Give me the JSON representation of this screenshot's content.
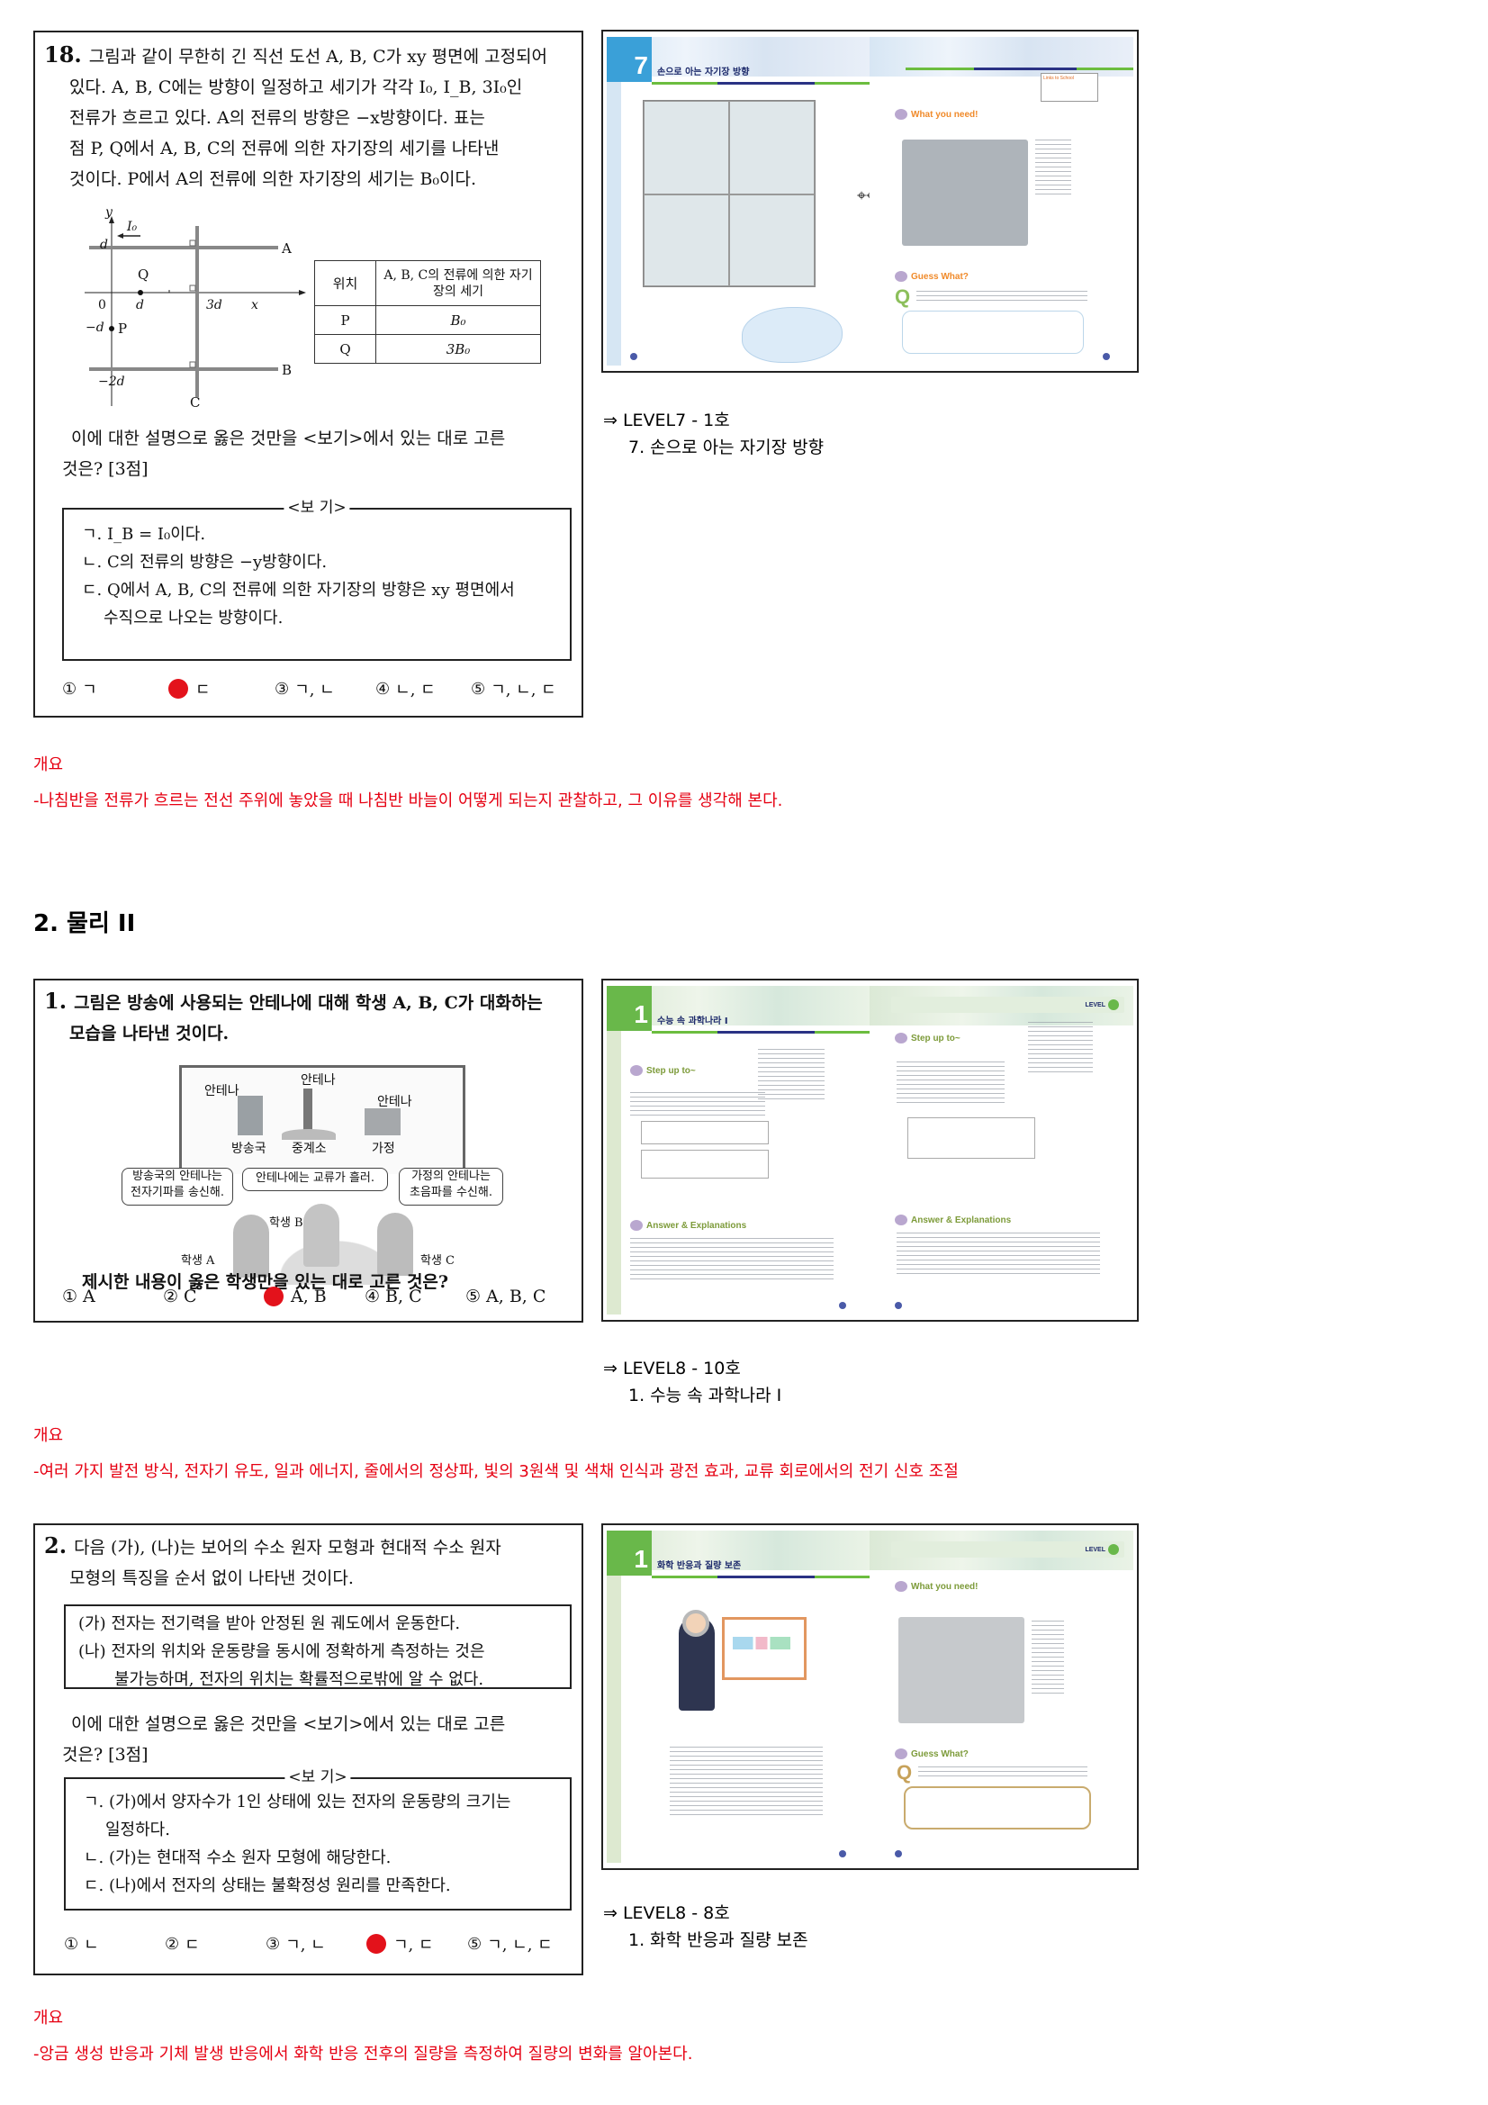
{
  "problems": [
    {
      "id": "q18",
      "number": "18.",
      "stem_lines": [
        "그림과 같이 무한히 긴 직선 도선 A, B, C가 xy 평면에 고정되어",
        "있다. A, B, C에는 방향이 일정하고 세기가 각각 I₀, I_B, 3I₀인",
        "전류가 흐르고 있다. A의 전류의 방향은 −x방향이다. 표는",
        "점 P, Q에서 A, B, C의 전류에 의한 자기장의 세기를 나타낸",
        "것이다. P에서 A의 전류에 의한 자기장의 세기는 B₀이다."
      ],
      "figure": {
        "axis_y": "y",
        "axis_x": "x",
        "current_label": "I₀",
        "tick_d": "d",
        "tick_0": "0",
        "tick_3d": "3d",
        "tick_minus_d": "−d",
        "tick_minus_2d": "−2d",
        "point_Q": "Q",
        "point_P": "P",
        "wire_A": "A",
        "wire_B": "B",
        "wire_C": "C"
      },
      "table": {
        "header": [
          "위치",
          "A, B, C의 전류에 의한 자기장의 세기"
        ],
        "rows": [
          [
            "P",
            "B₀"
          ],
          [
            "Q",
            "3B₀"
          ]
        ]
      },
      "question_lines": [
        "이에 대한 설명으로 옳은 것만을 <보기>에서 있는 대로 고른",
        "것은? [3점]"
      ],
      "bogi_title": "<보  기>",
      "bogi": [
        {
          "mark": "ㄱ.",
          "text": "I_B = I₀이다."
        },
        {
          "mark": "ㄴ.",
          "text": "C의 전류의 방향은 −y방향이다."
        },
        {
          "mark": "ㄷ.",
          "text": "Q에서 A, B, C의 전류에 의한 자기장의 방향은 xy 평면에서",
          "cont": "수직으로 나오는 방향이다."
        }
      ],
      "choices": [
        {
          "num": "①",
          "text": "ㄱ",
          "answer": false
        },
        {
          "num": "②",
          "text": "ㄷ",
          "answer": true
        },
        {
          "num": "③",
          "text": "ㄱ, ㄴ",
          "answer": false
        },
        {
          "num": "④",
          "text": "ㄴ, ㄷ",
          "answer": false
        },
        {
          "num": "⑤",
          "text": "ㄱ, ㄴ, ㄷ",
          "answer": false
        }
      ]
    },
    {
      "id": "q1",
      "number": "1.",
      "stem_lines": [
        "그림은 방송에 사용되는 안테나에 대해 학생 A, B, C가 대화하는",
        "모습을 나타낸 것이다."
      ],
      "figure": {
        "antenna_1": "안테나",
        "antenna_2": "안테나",
        "antenna_3": "안테나",
        "station": "방송국",
        "relay": "중계소",
        "home": "가정",
        "speech_A": [
          "방송국의 안테나는",
          "전자기파를 송신해."
        ],
        "speech_B": "안테나에는 교류가 흘러.",
        "speech_C": [
          "가정의 안테나는",
          "초음파를 수신해."
        ],
        "student_A": "학생 A",
        "student_B": "학생 B",
        "student_C": "학생 C"
      },
      "question": "제시한 내용이 옳은 학생만을 있는 대로 고른 것은?",
      "choices": [
        {
          "num": "①",
          "text": "A",
          "answer": false
        },
        {
          "num": "②",
          "text": "C",
          "answer": false
        },
        {
          "num": "③",
          "text": "A, B",
          "answer": true
        },
        {
          "num": "④",
          "text": "B, C",
          "answer": false
        },
        {
          "num": "⑤",
          "text": "A, B, C",
          "answer": false
        }
      ]
    },
    {
      "id": "q2",
      "number": "2.",
      "stem_lines": [
        "다음 (가), (나)는 보어의 수소 원자 모형과 현대적 수소 원자",
        "모형의 특징을 순서 없이 나타낸 것이다."
      ],
      "given": [
        {
          "mark": "(가)",
          "text": "전자는 전기력을 받아 안정된 원 궤도에서 운동한다."
        },
        {
          "mark": "(나)",
          "text": "전자의 위치와 운동량을 동시에 정확하게 측정하는 것은",
          "cont": "불가능하며, 전자의 위치는 확률적으로밖에 알 수 없다."
        }
      ],
      "question_lines": [
        "이에 대한 설명으로 옳은 것만을 <보기>에서 있는 대로 고른",
        "것은? [3점]"
      ],
      "bogi_title": "<보  기>",
      "bogi": [
        {
          "mark": "ㄱ.",
          "text": "(가)에서 양자수가 1인 상태에 있는 전자의 운동량의 크기는",
          "cont": "일정하다."
        },
        {
          "mark": "ㄴ.",
          "text": "(가)는 현대적 수소 원자 모형에 해당한다."
        },
        {
          "mark": "ㄷ.",
          "text": "(나)에서 전자의 상태는 불확정성 원리를 만족한다."
        }
      ],
      "choices": [
        {
          "num": "①",
          "text": "ㄴ",
          "answer": false
        },
        {
          "num": "②",
          "text": "ㄷ",
          "answer": false
        },
        {
          "num": "③",
          "text": "ㄱ, ㄴ",
          "answer": false
        },
        {
          "num": "④",
          "text": "ㄱ, ㄷ",
          "answer": true
        },
        {
          "num": "⑤",
          "text": "ㄱ, ㄴ, ㄷ",
          "answer": false
        }
      ]
    }
  ],
  "textbooks": [
    {
      "chapter_num": "7",
      "chapter_title": "손으로 아는 자기장 방향",
      "right_sections": [
        "What you need!",
        "Guess What?"
      ],
      "links_tag": "Links to School",
      "q_mark": "Q"
    },
    {
      "chapter_num": "1",
      "chapter_title": "수능 속 과학나라 I",
      "left_sections": [
        "Step up to~",
        "Answer & Explanations"
      ],
      "right_sections": [
        "Step up to~",
        "Answer & Explanations"
      ],
      "level_label": "LEVEL"
    },
    {
      "chapter_num": "1",
      "chapter_title": "화학 반응과 질량 보존",
      "right_sections": [
        "What you need!",
        "Guess What?"
      ],
      "level_label": "LEVEL",
      "q_mark": "Q"
    }
  ],
  "captions": [
    {
      "level": "⇒ LEVEL7 - 1호",
      "title": "7. 손으로 아는 자기장 방향"
    },
    {
      "level": "⇒ LEVEL8 - 10호",
      "title": "1. 수능 속 과학나라 I"
    },
    {
      "level": "⇒ LEVEL8 - 8호",
      "title": "1. 화학 반응과 질량 보존"
    }
  ],
  "overviews": [
    {
      "label": "개요",
      "text": "-나침반을 전류가 흐르는 전선 주위에 놓았을 때 나침반 바늘이 어떻게 되는지 관찰하고, 그 이유를 생각해 본다."
    },
    {
      "label": "개요",
      "text": "-여러 가지 발전 방식, 전자기 유도, 일과 에너지, 줄에서의 정상파, 빛의 3원색 및 색채 인식과 광전 효과, 교류 회로에서의 전기 신호 조절"
    },
    {
      "label": "개요",
      "text": "-앙금 생성 반응과 기체 발생 반응에서 화학 반응 전후의 질량을 측정하여 질량의 변화를 알아본다."
    }
  ],
  "section_title": "2. 물리 II",
  "colors": {
    "answer_dot": "#e3121b",
    "overview_text": "#e60012",
    "border": "#222222"
  }
}
